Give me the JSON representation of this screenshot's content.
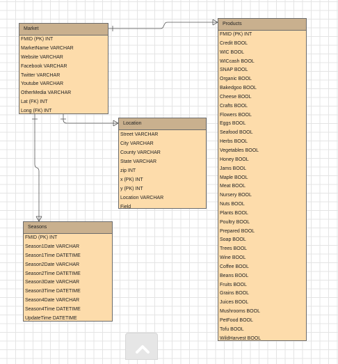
{
  "entities": {
    "market": {
      "title": "Market",
      "fields": [
        "FMID (PK) INT",
        "MarketName VARCHAR",
        "Website VARCHAR",
        "Facebook VARCHAR",
        "Twitter VARCHAR",
        "Youtube VARCHAR",
        "OtherMedia VARCHAR",
        "Lat (FK) INT",
        "Long (FK) INT"
      ]
    },
    "products": {
      "title": "Products",
      "fields": [
        "FMID (PK) INT",
        "Credit BOOL",
        "WIC BOOL",
        "WICcash BOOL",
        "SNAP BOOL",
        "Organic BOOL",
        "Bakedgoo BOOL",
        "Cheese BOOL",
        "Crafts BOOL",
        "Flowers BOOL",
        "Eggs BOOL",
        "Seafood BOOL",
        "Herbs BOOL",
        "Vegetables BOOL",
        "Honey BOOL",
        "Jams BOOL",
        "Maple BOOL",
        "Meat BOOL",
        "Nursery BOOL",
        "Nuts BOOL",
        "Plants BOOL",
        "Poultry BOOL",
        "Prepared BOOL",
        "Soap BOOL",
        "Trees BOOL",
        "Wine BOOL",
        "Coffee BOOL",
        "Beans BOOL",
        "Fruits BOOL",
        "Grains BOOL",
        "Juices BOOL",
        "Mushrooms BOOL",
        "PetFood BOOL",
        "Tofu BOOL",
        "WildHarvest BOOL"
      ]
    },
    "location": {
      "title": "Location",
      "fields": [
        "Street VARCHAR",
        "City VARCHAR",
        "County  VARCHAR",
        "State  VARCHAR",
        "zip INT",
        "x (PK) INT",
        "y (PK) INT",
        "Location VARCHAR",
        "Field"
      ]
    },
    "seasons": {
      "title": "Seasons",
      "fields": [
        "FMID (PK) INT",
        "Season1Date VARCHAR",
        "Season1Time DATETIME",
        "Season2Date VARCHAR",
        "Season2Time DATETIME",
        "Season3Date VARCHAR",
        "Season3Time DATETIME",
        "Season4Date VARCHAR",
        "Season4Time DATETIME",
        "UpdateTime DATETIME"
      ]
    }
  },
  "colors": {
    "header": "#c9b08e",
    "body": "#fddcab",
    "border": "#6b6b6b",
    "connector": "#555555"
  },
  "icons": {
    "collapse": "chevron-up-icon"
  }
}
